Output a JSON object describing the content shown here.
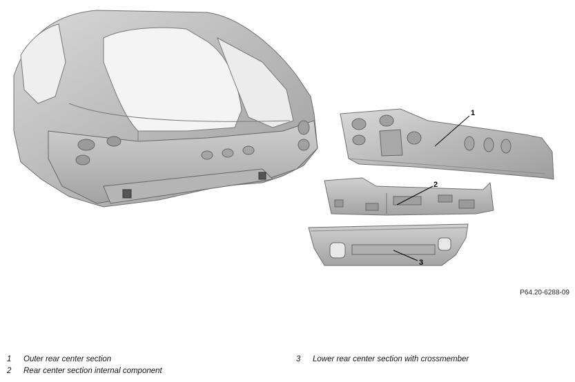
{
  "figure": {
    "reference_code": "P64.20-6288-09",
    "callouts": [
      {
        "number": "1"
      },
      {
        "number": "2"
      },
      {
        "number": "3"
      }
    ]
  },
  "legend": {
    "items": [
      {
        "number": "1",
        "label": "Outer rear center section"
      },
      {
        "number": "2",
        "label": "Rear center section internal component"
      },
      {
        "number": "3",
        "label": "Lower rear center section with crossmember"
      }
    ]
  }
}
